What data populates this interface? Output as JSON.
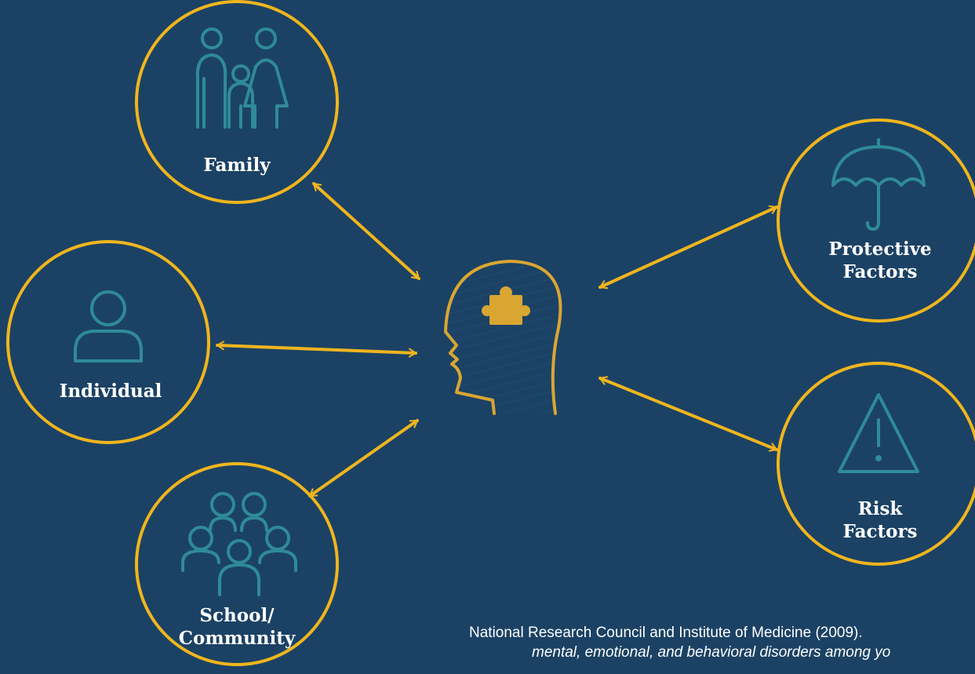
{
  "colors": {
    "background": "#1b4264",
    "ring": "#f0b51e",
    "arrow": "#f0b51e",
    "icon": "#2f8a99",
    "head": "#d9a632",
    "label": "#ffffff"
  },
  "nodes": {
    "family": {
      "label": "Family",
      "icon": "family-icon"
    },
    "individual": {
      "label": "Individual",
      "icon": "person-icon"
    },
    "community": {
      "label_line1": "School/",
      "label_line2": "Community",
      "icon": "group-icon"
    },
    "protective": {
      "label_line1": "Protective",
      "label_line2": "Factors",
      "icon": "umbrella-icon"
    },
    "risk": {
      "label_line1": "Risk",
      "label_line2": "Factors",
      "icon": "warning-icon"
    }
  },
  "center": {
    "icon": "head-puzzle-icon"
  },
  "citation": {
    "line1": "National Research Council and Institute of Medicine (2009).",
    "line2": "mental, emotional, and behavioral disorders among yo"
  }
}
